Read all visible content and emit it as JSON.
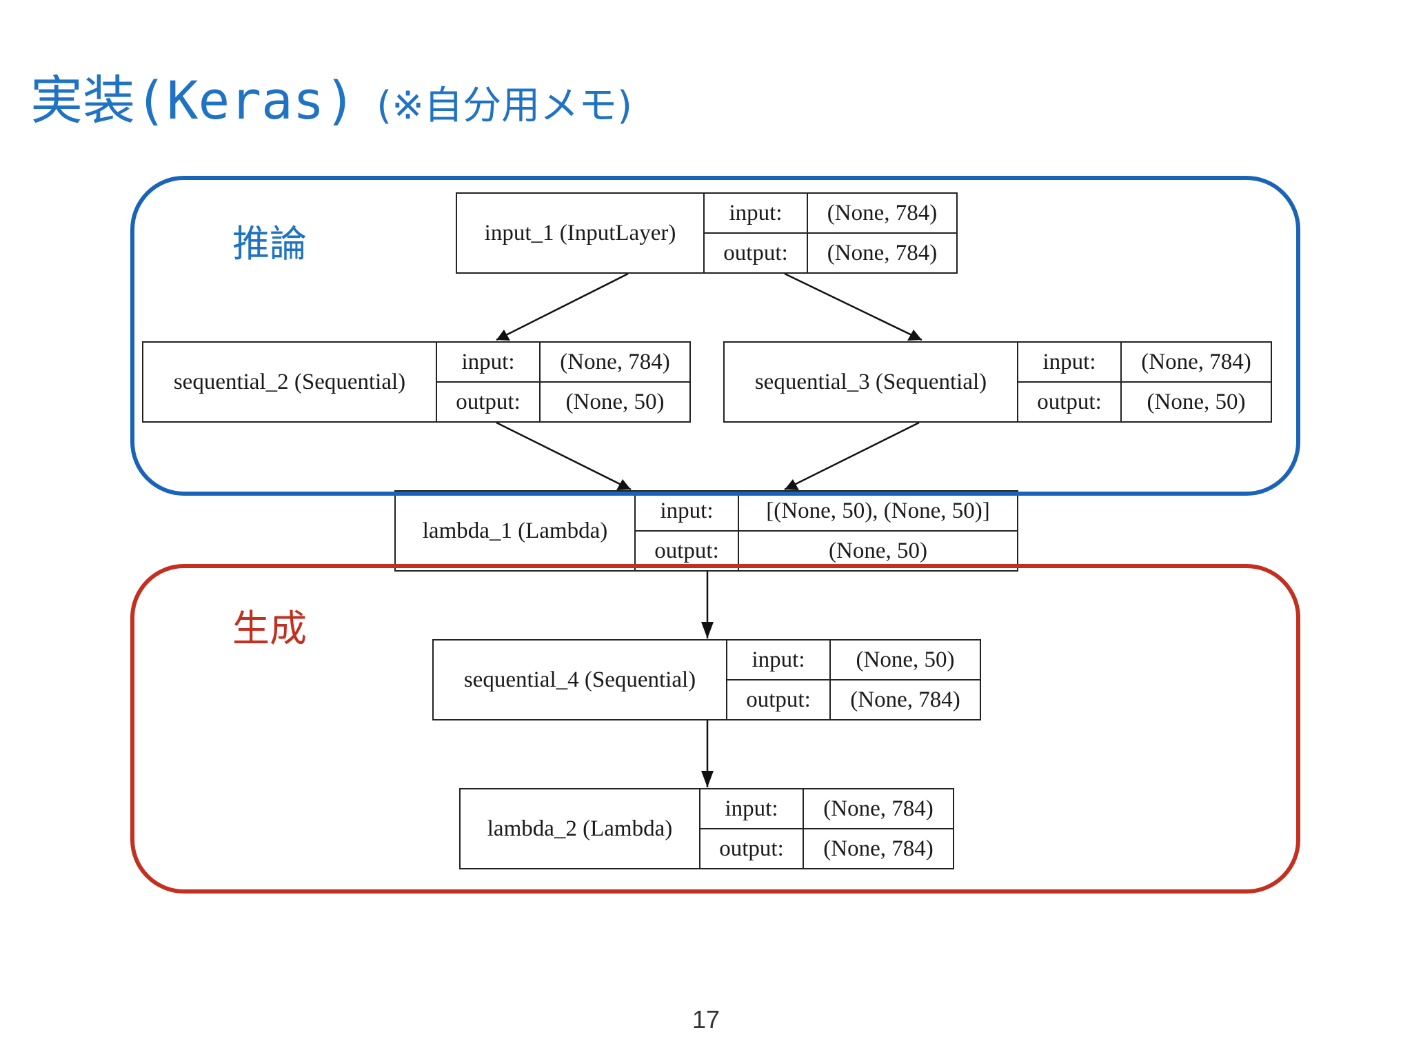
{
  "title": {
    "main": "実装(Keras)",
    "sub": "(※自分用メモ)"
  },
  "groups": {
    "inference": {
      "label": "推論",
      "color": "#1a64b8"
    },
    "generation": {
      "label": "生成",
      "color": "#c4301f"
    }
  },
  "io_labels": {
    "input": "input:",
    "output": "output:"
  },
  "nodes": {
    "input_1": {
      "name": "input_1 (InputLayer)",
      "input": "(None, 784)",
      "output": "(None, 784)"
    },
    "sequential_2": {
      "name": "sequential_2 (Sequential)",
      "input": "(None, 784)",
      "output": "(None, 50)"
    },
    "sequential_3": {
      "name": "sequential_3 (Sequential)",
      "input": "(None, 784)",
      "output": "(None, 50)"
    },
    "lambda_1": {
      "name": "lambda_1 (Lambda)",
      "input": "[(None, 50), (None, 50)]",
      "output": "(None, 50)"
    },
    "sequential_4": {
      "name": "sequential_4 (Sequential)",
      "input": "(None, 50)",
      "output": "(None, 784)"
    },
    "lambda_2": {
      "name": "lambda_2 (Lambda)",
      "input": "(None, 784)",
      "output": "(None, 784)"
    }
  },
  "edges": [
    [
      "input_1",
      "sequential_2"
    ],
    [
      "input_1",
      "sequential_3"
    ],
    [
      "sequential_2",
      "lambda_1"
    ],
    [
      "sequential_3",
      "lambda_1"
    ],
    [
      "lambda_1",
      "sequential_4"
    ],
    [
      "sequential_4",
      "lambda_2"
    ]
  ],
  "page_number": "17"
}
